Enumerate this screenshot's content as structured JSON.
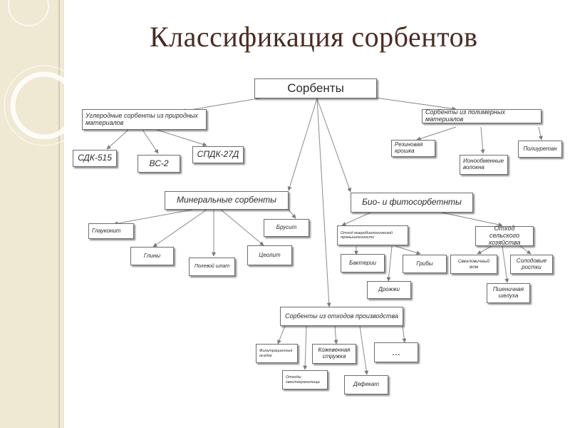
{
  "title": "Классификация сорбентов",
  "nodes": {
    "root": "Сорбенты",
    "carbon": "Углеродные сорбенты из природных материалов",
    "sdk515": "СДК-515",
    "vs2": "ВС-2",
    "spdk27d": "СПДК-27Д",
    "polymer": "Сорбенты из полимерных материалов",
    "rubber": "Резиновая крошка",
    "ion_exchange": "Ионообменные волокна",
    "polyurethane": "Полиуретан",
    "mineral": "Минеральные сорбенты",
    "glauconite": "Глауконит",
    "brucite": "Брусит",
    "clays": "Глины",
    "feldspar": "Полевой шпат",
    "zeolite": "Цеолит",
    "bio": "Био- и фитосорбетнты",
    "microbio_waste": "Отход микробиологической промышленности",
    "agri_waste": "Отход сельского хозяйства",
    "bacteria": "Бактерии",
    "fungi": "Грибы",
    "yeast": "Дрожжи",
    "beet_pulp": "Свекловичный жом",
    "malt_sprouts": "Солодовые ростки",
    "wheat_husk": "Пшеничная шелуха",
    "production_waste": "Сорбенты из отходов производства",
    "filter_sediment": "Фильтрационный осадок",
    "tailings": "Отходы хвостохранилища",
    "leather_shavings": "Кожевенная стружка",
    "defecate": "Дефекат",
    "ellipsis": "..."
  }
}
